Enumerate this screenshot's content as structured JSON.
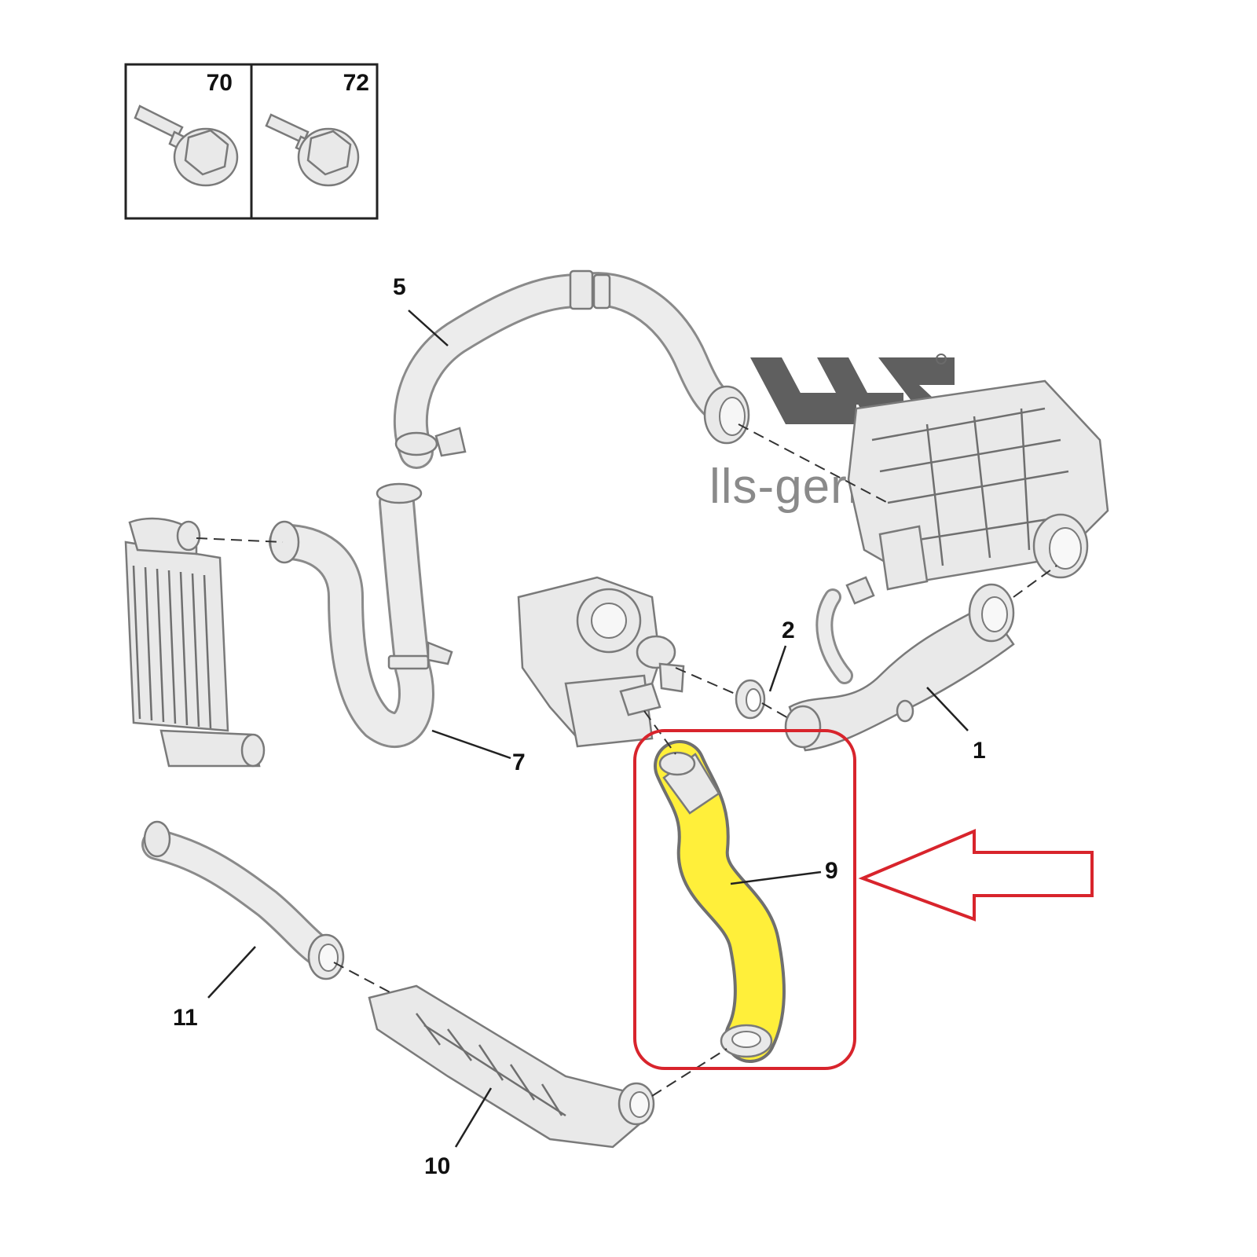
{
  "inset": {
    "panels": [
      {
        "number": "70",
        "icon": "bolt-icon"
      },
      {
        "number": "72",
        "icon": "bolt-icon"
      }
    ]
  },
  "callouts": [
    "5",
    "2",
    "1",
    "7",
    "9",
    "11",
    "10"
  ],
  "watermark": {
    "logo": "LLS",
    "url": "lls-germany"
  },
  "highlight": {
    "part": "9",
    "part_color": "#ffef3a",
    "frame_color": "#d8242c",
    "arrow_color": "#d8242c"
  }
}
